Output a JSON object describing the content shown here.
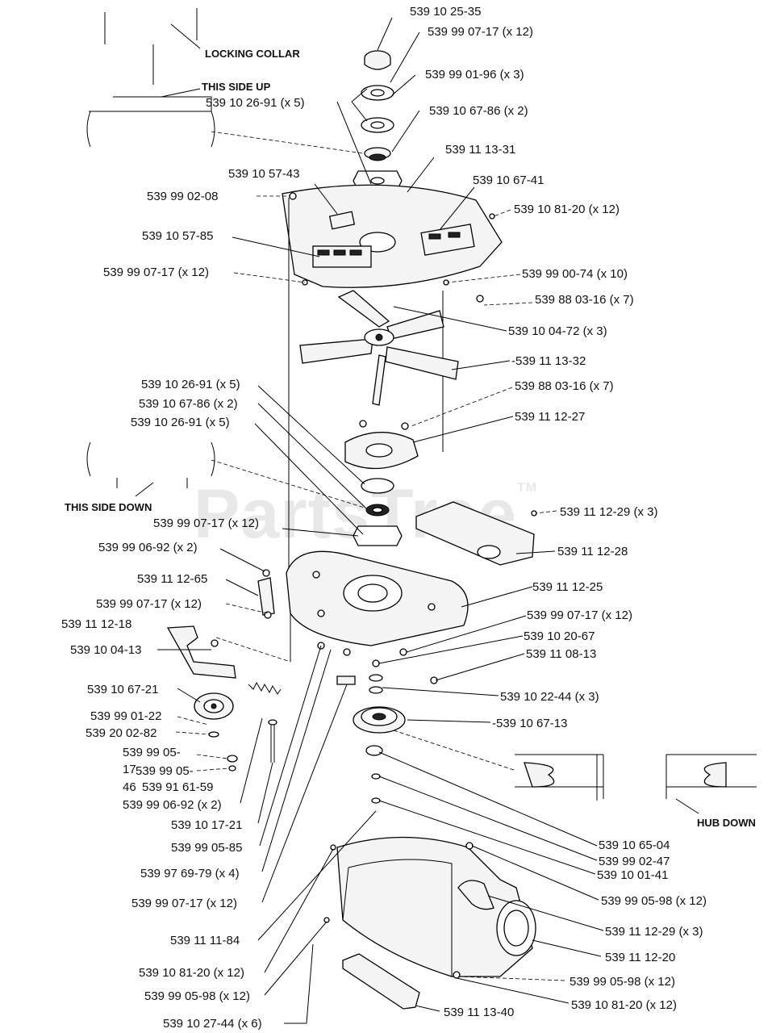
{
  "watermark": "PartsTree",
  "watermark_tm": "TM",
  "notes": {
    "locking_collar": "LOCKING COLLAR",
    "this_side_up": "THIS SIDE UP",
    "this_side_down": "THIS SIDE DOWN",
    "hub_down": "HUB DOWN"
  },
  "callouts": [
    {
      "part": "539 10 25-35",
      "qty": ""
    },
    {
      "part": "539 99 07-17",
      "qty": "(x 12)"
    },
    {
      "part": "539 99 01-96",
      "qty": "(x 3)"
    },
    {
      "part": "539 10 26-91",
      "qty": "(x 5)"
    },
    {
      "part": "539 10 67-86",
      "qty": "(x 2)"
    },
    {
      "part": "539 11 13-31",
      "qty": ""
    },
    {
      "part": "539 10 57-43",
      "qty": ""
    },
    {
      "part": "539 10 67-41",
      "qty": ""
    },
    {
      "part": "539 99 02-08",
      "qty": ""
    },
    {
      "part": "539 10 81-20",
      "qty": "(x 12)"
    },
    {
      "part": "539 10 57-85",
      "qty": ""
    },
    {
      "part": "539 99 07-17",
      "qty": "(x 12)"
    },
    {
      "part": "539 99 00-74",
      "qty": "(x 10)"
    },
    {
      "part": "539 88 03-16",
      "qty": "(x 7)"
    },
    {
      "part": "539 10 04-72",
      "qty": "(x 3)"
    },
    {
      "part": "-539 11 13-32",
      "qty": ""
    },
    {
      "part": "539 10 26-91",
      "qty": "(x 5)"
    },
    {
      "part": "539 88 03-16",
      "qty": "(x 7)"
    },
    {
      "part": "539 10 67-86",
      "qty": "(x 2)"
    },
    {
      "part": "539 11 12-27",
      "qty": ""
    },
    {
      "part": "539 10 26-91",
      "qty": "(x 5)"
    },
    {
      "part": "539 11 12-29",
      "qty": "(x 3)"
    },
    {
      "part": "539 99 07-17",
      "qty": "(x 12)"
    },
    {
      "part": "539 11 12-28",
      "qty": ""
    },
    {
      "part": "539 99 06-92",
      "qty": "(x 2)"
    },
    {
      "part": "539 11 12-65",
      "qty": ""
    },
    {
      "part": "539 11 12-25",
      "qty": ""
    },
    {
      "part": "539 99 07-17",
      "qty": "(x 12)"
    },
    {
      "part": "539 99 07-17",
      "qty": "(x 12)"
    },
    {
      "part": "539 11 12-18",
      "qty": ""
    },
    {
      "part": "539 10 20-67",
      "qty": ""
    },
    {
      "part": "539 10 04-13",
      "qty": ""
    },
    {
      "part": "539 11 08-13",
      "qty": ""
    },
    {
      "part": "539 10 67-21",
      "qty": ""
    },
    {
      "part": "539 10 22-44",
      "qty": "(x 3)"
    },
    {
      "part": "539 99 01-22",
      "qty": ""
    },
    {
      "part": "-539 10 67-13",
      "qty": ""
    },
    {
      "part": "539 20 02-82",
      "qty": ""
    },
    {
      "part": "539 99 05-",
      "qty": ""
    },
    {
      "part": "17",
      "qty": ""
    },
    {
      "part": "539 99 05-",
      "qty": ""
    },
    {
      "part": "46",
      "qty": ""
    },
    {
      "part": "539 91 61-59",
      "qty": ""
    },
    {
      "part": "539 99 06-92",
      "qty": "(x 2)"
    },
    {
      "part": "539 10 17-21",
      "qty": ""
    },
    {
      "part": "539 10 65-04",
      "qty": ""
    },
    {
      "part": "539 99 02-47",
      "qty": ""
    },
    {
      "part": "539 99 05-85",
      "qty": ""
    },
    {
      "part": "539 10 01-41",
      "qty": ""
    },
    {
      "part": "539 97 69-79",
      "qty": "(x 4)"
    },
    {
      "part": "539 99 05-98",
      "qty": "(x 12)"
    },
    {
      "part": "539 99 07-17",
      "qty": "(x 12)"
    },
    {
      "part": "539 11 12-29",
      "qty": "(x 3)"
    },
    {
      "part": "539 11 11-84",
      "qty": ""
    },
    {
      "part": "539 11 12-20",
      "qty": ""
    },
    {
      "part": "539 10 81-20",
      "qty": "(x 12)"
    },
    {
      "part": "539 99 05-98",
      "qty": "(x 12)"
    },
    {
      "part": "539 99 05-98",
      "qty": "(x 12)"
    },
    {
      "part": "539 10 81-20",
      "qty": "(x 12)"
    },
    {
      "part": "539 11 13-40",
      "qty": ""
    },
    {
      "part": "539 10 27-44",
      "qty": "(x 6)"
    }
  ]
}
